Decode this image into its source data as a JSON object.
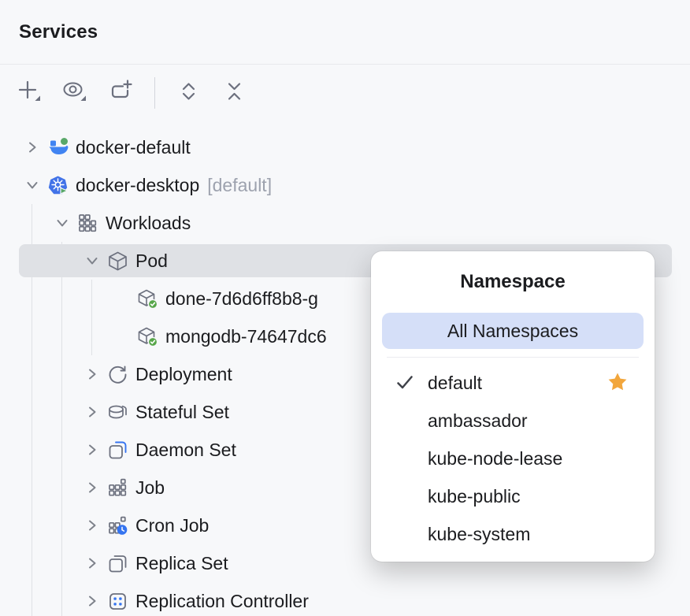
{
  "panel": {
    "title": "Services"
  },
  "toolbar": {
    "buttons": [
      {
        "name": "add",
        "tooltip": "Add service"
      },
      {
        "name": "view-options",
        "tooltip": "Show"
      },
      {
        "name": "open-in-new-tab",
        "tooltip": "Open in new tab"
      },
      {
        "name": "expand-all",
        "tooltip": "Expand All"
      },
      {
        "name": "collapse-all",
        "tooltip": "Collapse All"
      }
    ]
  },
  "tree": {
    "items": [
      {
        "label": "docker-default",
        "icon": "docker",
        "level": 0,
        "expanded": false,
        "selected": false
      },
      {
        "label": "docker-desktop",
        "suffix": "[default]",
        "icon": "kubernetes",
        "level": 0,
        "expanded": true,
        "selected": false
      },
      {
        "label": "Workloads",
        "icon": "workloads-grid",
        "level": 1,
        "expanded": true,
        "selected": false
      },
      {
        "label": "Pod",
        "icon": "pod-cube",
        "level": 2,
        "expanded": true,
        "selected": true
      },
      {
        "label": "done-7d6d6ff8b8-g",
        "icon": "pod-running",
        "level": 3,
        "expanded": null,
        "selected": false
      },
      {
        "label": "mongodb-74647dc6",
        "icon": "pod-running",
        "level": 3,
        "expanded": null,
        "selected": false
      },
      {
        "label": "Deployment",
        "icon": "deployment-refresh",
        "level": 2,
        "expanded": false,
        "selected": false
      },
      {
        "label": "Stateful Set",
        "icon": "statefulset-cylinder",
        "level": 2,
        "expanded": false,
        "selected": false
      },
      {
        "label": "Daemon Set",
        "icon": "daemonset-square",
        "level": 2,
        "expanded": false,
        "selected": false
      },
      {
        "label": "Job",
        "icon": "job-grid",
        "level": 2,
        "expanded": false,
        "selected": false
      },
      {
        "label": "Cron Job",
        "icon": "cronjob-clock",
        "level": 2,
        "expanded": false,
        "selected": false
      },
      {
        "label": "Replica Set",
        "icon": "replicaset-stack",
        "level": 2,
        "expanded": false,
        "selected": false
      },
      {
        "label": "Replication Controller",
        "icon": "replication-controller-dots",
        "level": 2,
        "expanded": false,
        "selected": false
      }
    ]
  },
  "popup": {
    "title": "Namespace",
    "all_namespaces_label": "All Namespaces",
    "items": [
      {
        "label": "default",
        "checked": true,
        "starred": true
      },
      {
        "label": "ambassador",
        "checked": false,
        "starred": false
      },
      {
        "label": "kube-node-lease",
        "checked": false,
        "starred": false
      },
      {
        "label": "kube-public",
        "checked": false,
        "starred": false
      },
      {
        "label": "kube-system",
        "checked": false,
        "starred": false
      }
    ]
  },
  "colors": {
    "accent_blue": "#3574F0",
    "docker_blue": "#4184F2",
    "kubernetes_blue": "#4273E8",
    "status_green": "#57A64A",
    "selection_gray": "#DFE1E5",
    "popup_highlight": "#D5DFF8",
    "star_orange": "#F2A63C",
    "icon_gray": "#6C707E",
    "muted_text": "#9DA2AE",
    "panel_background": "#F7F8FA"
  }
}
